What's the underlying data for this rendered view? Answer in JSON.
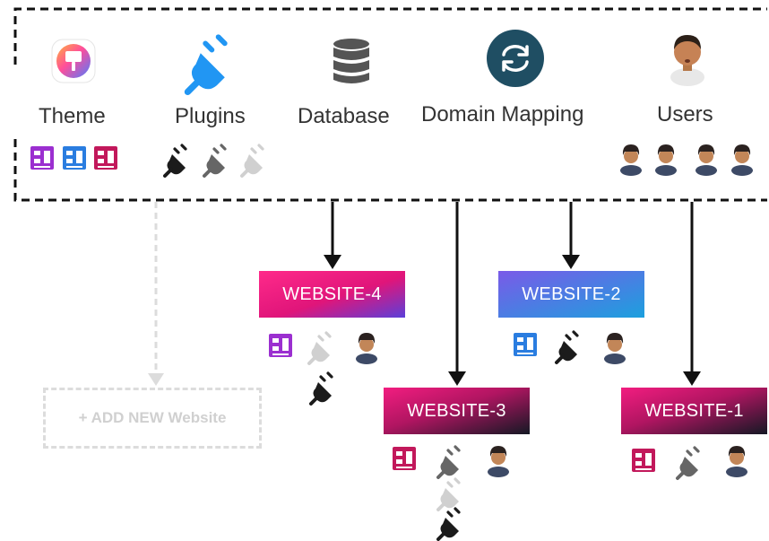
{
  "top": {
    "theme_label": "Theme",
    "plugins_label": "Plugins",
    "database_label": "Database",
    "domain_mapping_label": "Domain Mapping",
    "users_label": "Users"
  },
  "websites": {
    "w4": "WEBSITE-4",
    "w2": "WEBSITE-2",
    "w3": "WEBSITE-3",
    "w1": "WEBSITE-1"
  },
  "add_button": "+ ADD NEW Website",
  "colors": {
    "pink": "#ec1c78",
    "dark": "#1b1d2e",
    "blue": "#1d8fd8",
    "purple": "#7b59e8",
    "plug_blue": "#2196f3",
    "domain_teal": "#1f4e63",
    "dashed_border": "#111111",
    "add_dashed": "#dcdcdc"
  },
  "icons": {
    "theme": "paint-roller-icon",
    "plugins": "plug-icon",
    "database": "database-icon",
    "domain_mapping": "sync-arrows-icon",
    "users": "user-avatar-icon",
    "theme_variant": "theme-layout-icon",
    "plugin_small": "plug-icon",
    "user_small": "person-avatar-icon"
  }
}
